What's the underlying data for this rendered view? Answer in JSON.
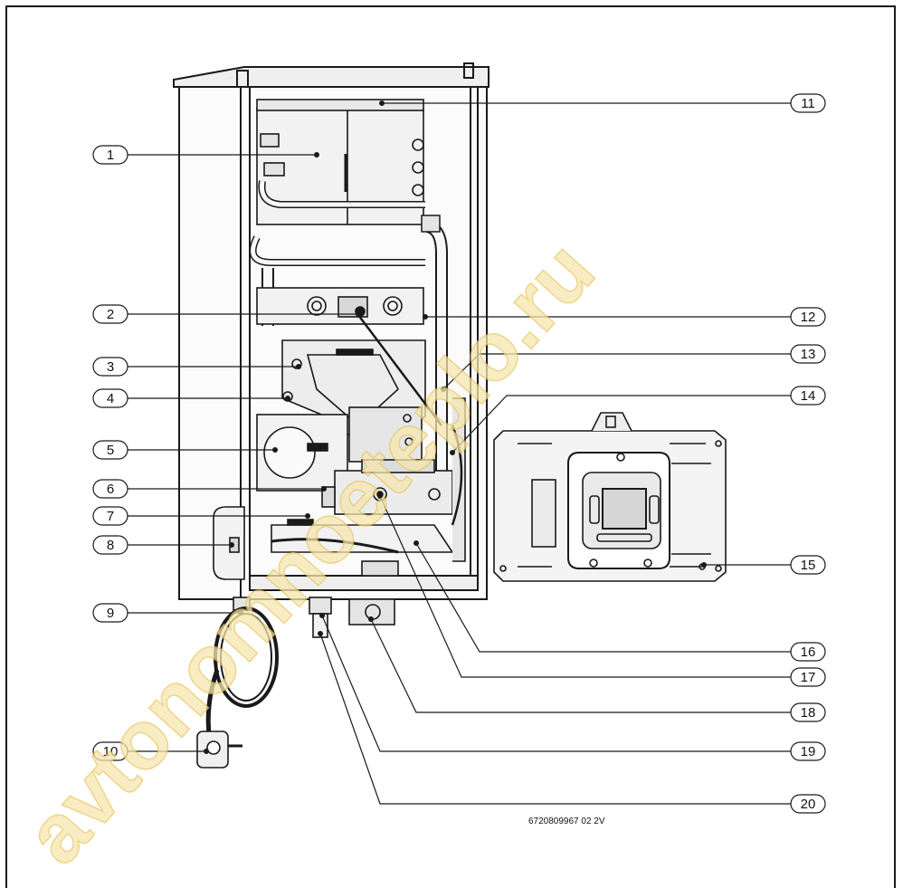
{
  "callouts": [
    "1",
    "2",
    "3",
    "4",
    "5",
    "6",
    "7",
    "8",
    "9",
    "10",
    "11",
    "12",
    "13",
    "14",
    "15",
    "16",
    "17",
    "18",
    "19",
    "20"
  ],
  "drawing_code": "6720809967 02 2V",
  "watermark": "avtonomnoeteplo.ru",
  "colors": {
    "line": "#1a1a1a",
    "panel": "#f4f4f4",
    "watermark_fill": "#f6e6b0",
    "watermark_stroke": "#e9c866"
  }
}
